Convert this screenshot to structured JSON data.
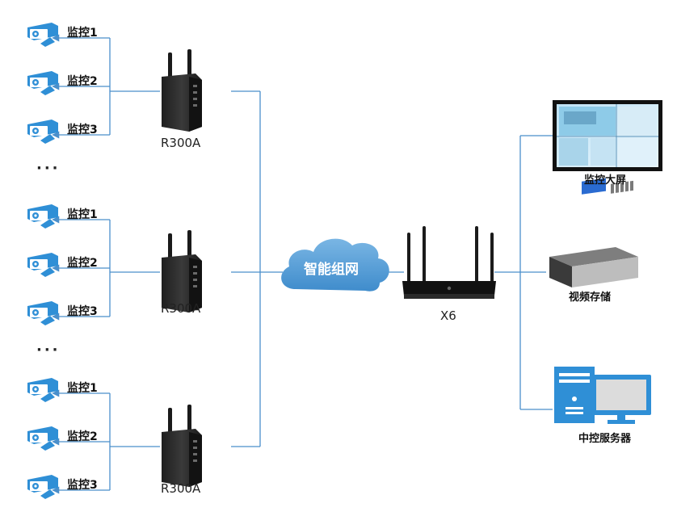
{
  "cameras": [
    {
      "label": "监控1"
    },
    {
      "label": "监控2"
    },
    {
      "label": "监控3"
    },
    {
      "label": "监控1"
    },
    {
      "label": "监控2"
    },
    {
      "label": "监控3"
    },
    {
      "label": "监控1"
    },
    {
      "label": "监控2"
    },
    {
      "label": "监控3"
    }
  ],
  "ellipses": [
    "···",
    "···"
  ],
  "routers": [
    {
      "label": "R300A"
    },
    {
      "label": "R300A"
    },
    {
      "label": "R300A"
    }
  ],
  "cloud": {
    "label": "智能组网"
  },
  "gateway": {
    "label": "X6"
  },
  "endpoints": {
    "monitor_wall": {
      "label": "监控大屏"
    },
    "video_storage": {
      "label": "视频存储"
    },
    "central_server": {
      "label": "中控服务器"
    }
  },
  "colors": {
    "line": "#4a8fcb",
    "cloud": "#5aa1d8",
    "camera": "#2f8fd6",
    "device": "#2b2b2b"
  }
}
